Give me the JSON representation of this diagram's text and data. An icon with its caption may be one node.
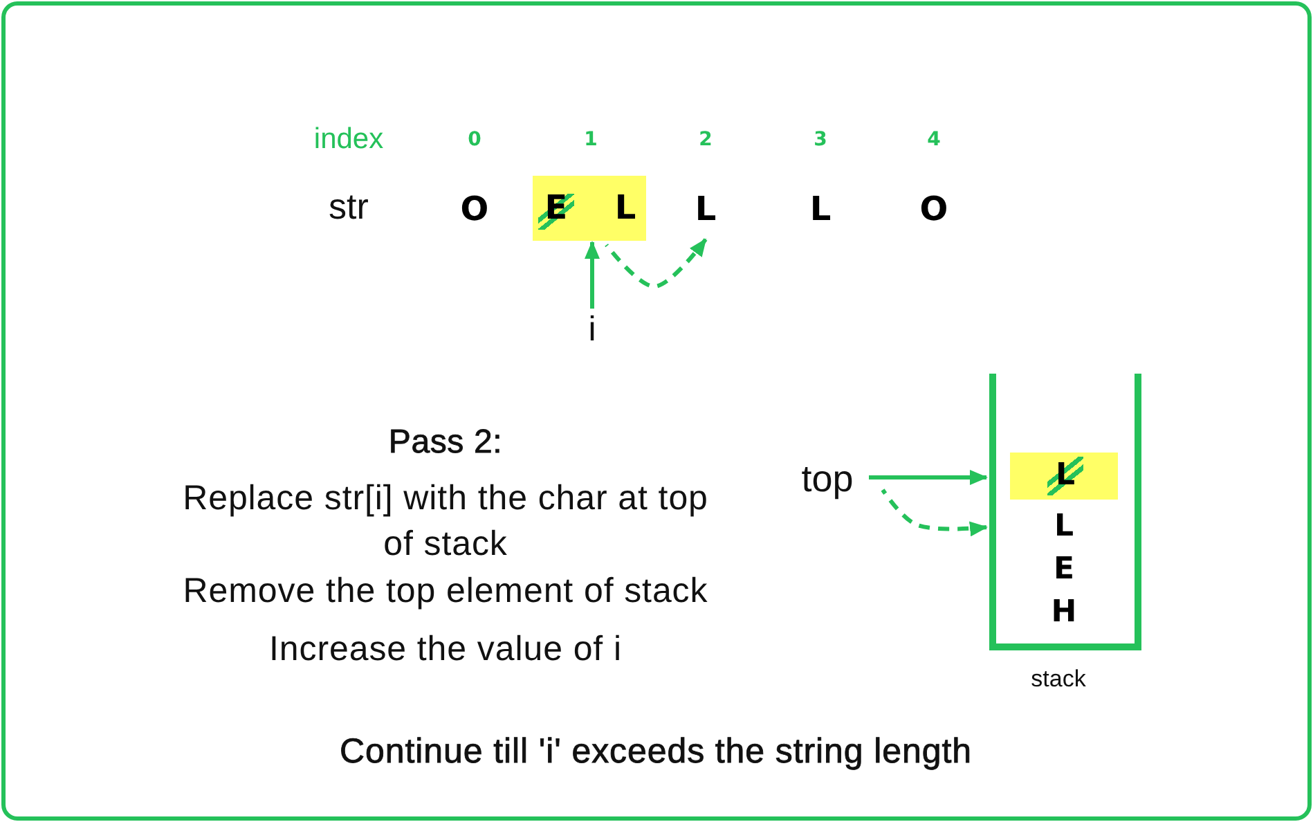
{
  "diagram": {
    "nodes": [
      {
        "text": [
          "O"
        ]
      },
      {
        "text": [
          "E",
          "L"
        ]
      },
      {
        "text": [
          "L"
        ]
      },
      {
        "text": [
          "L"
        ]
      },
      {
        "text": [
          "O"
        ]
      },
      {
        "text": [
          "i"
        ]
      },
      {
        "text": [
          "top"
        ]
      },
      {
        "text": [
          "stack"
        ]
      },
      {
        "text": [
          "L"
        ],
        "in": 7
      },
      {
        "text": [
          "L"
        ],
        "in": 7
      },
      {
        "text": [
          "E"
        ],
        "in": 7
      },
      {
        "text": [
          "H"
        ],
        "in": 7
      }
    ],
    "edges": [
      {
        "from": 5,
        "to": 1,
        "arrow": "to"
      },
      {
        "from": 1,
        "to": 2,
        "arrow": "to",
        "style": "dashed"
      },
      {
        "from": 6,
        "to": 8,
        "arrow": "to"
      },
      {
        "from": 6,
        "to": 7,
        "arrow": "to",
        "style": "dashed"
      }
    ],
    "labels": [
      "index",
      "0",
      "1",
      "2",
      "3",
      "4",
      "str",
      "Pass 2:",
      "Replace str[i] with the char at top of stack",
      "Remove the top element of stack",
      "Increase the value of i",
      "Continue till 'i' exceeds the string length"
    ]
  }
}
